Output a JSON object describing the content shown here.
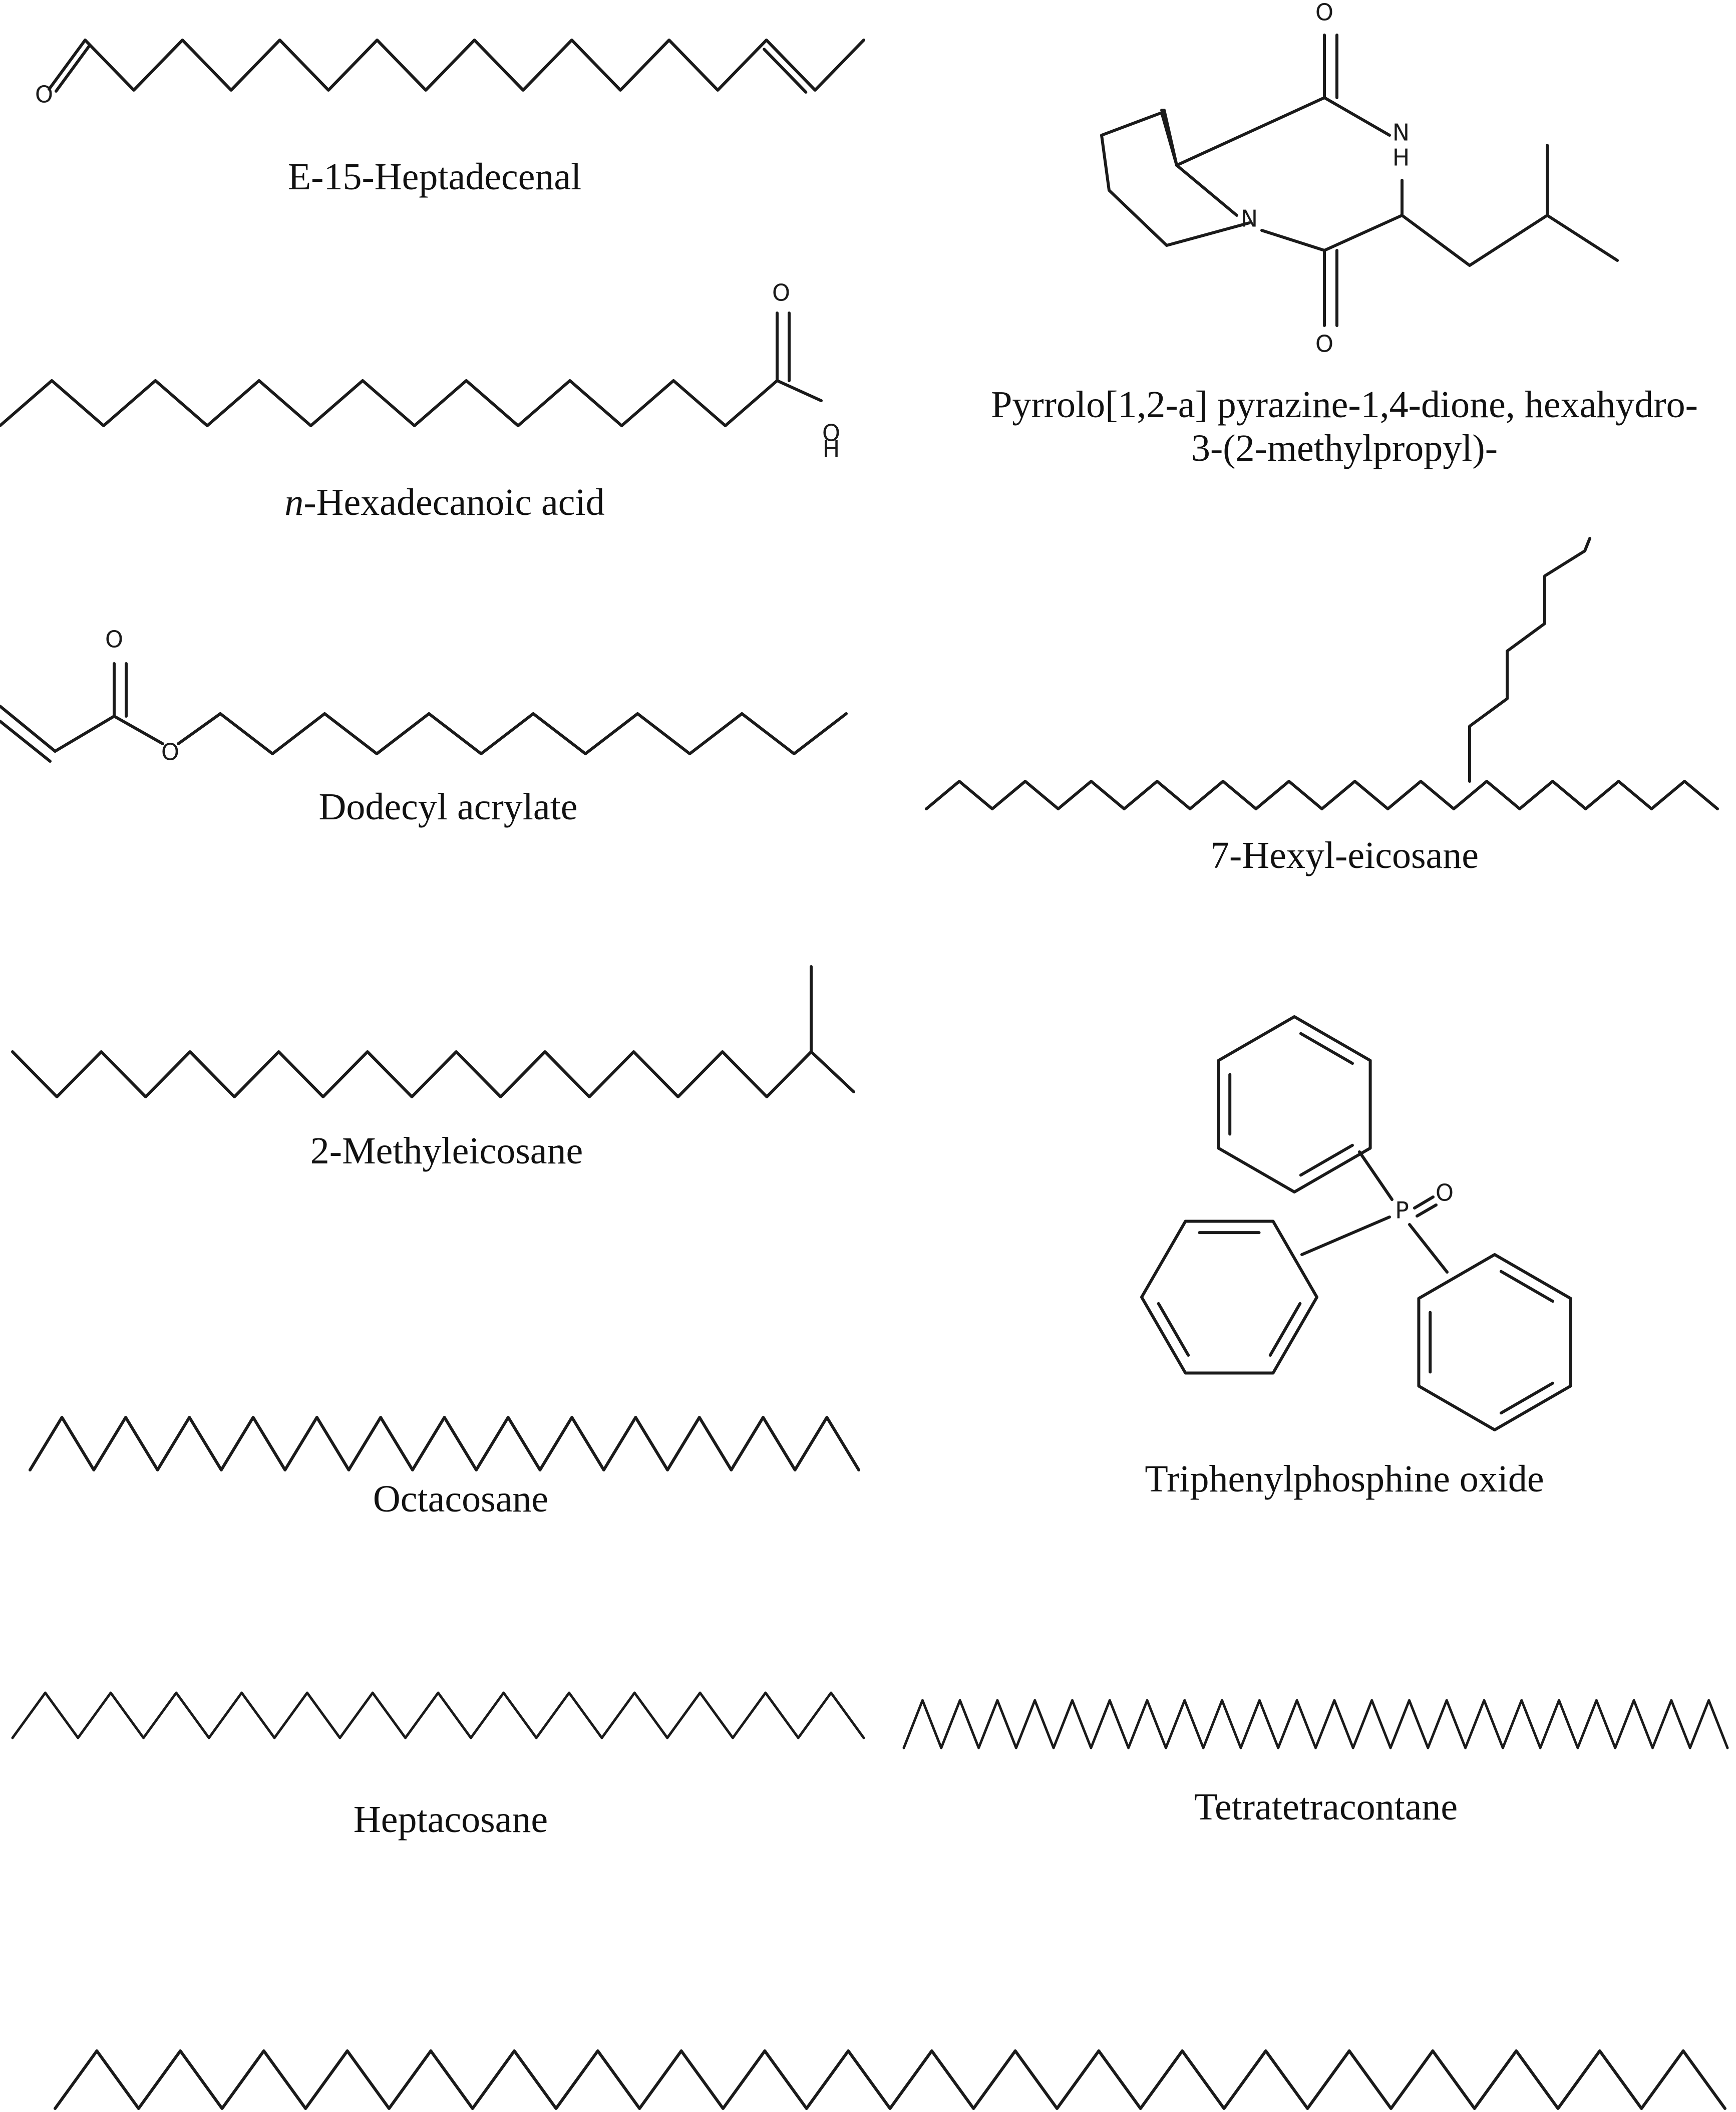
{
  "compounds": [
    {
      "id": "e15",
      "name": "E-15-Heptadecenal"
    },
    {
      "id": "hexadecanoic",
      "italic_prefix": "n",
      "name_rest": "-Hexadecanoic acid"
    },
    {
      "id": "dodecyl",
      "name": "Dodecyl acrylate"
    },
    {
      "id": "methyleicosane",
      "name": "2-Methyleicosane"
    },
    {
      "id": "octacosane",
      "name": "Octacosane"
    },
    {
      "id": "heptacosane",
      "name": "Heptacosane"
    },
    {
      "id": "pyrrolo",
      "name_line1": "Pyrrolo[1,2-a] pyrazine-1,4-dione, hexahydro-",
      "name_line2": "3-(2-methylpropyl)-"
    },
    {
      "id": "hexyleicosane",
      "name": "7-Hexyl-eicosane"
    },
    {
      "id": "tppo",
      "name": "Triphenylphosphine oxide"
    },
    {
      "id": "tetratetracontane",
      "name": "Tetratetracontane"
    }
  ],
  "atoms": {
    "O": "O",
    "N": "N",
    "H": "H",
    "P": "P"
  }
}
